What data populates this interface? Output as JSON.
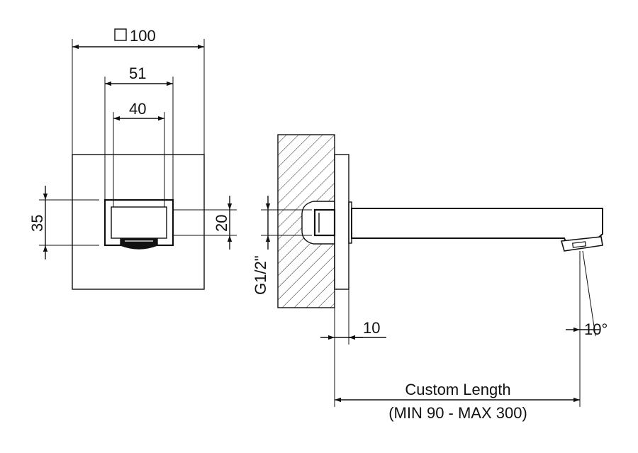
{
  "dimensions": {
    "plate_width": "100",
    "outer_width": "51",
    "inner_width": "40",
    "outer_height": "35",
    "inner_height": "20",
    "thread": "G1/2\"",
    "plate_thickness": "10",
    "angle": "10°",
    "length_label": "Custom Length",
    "length_range": "(MIN 90 - MAX 300)"
  },
  "colors": {
    "line": "#111111",
    "background": "#ffffff"
  }
}
